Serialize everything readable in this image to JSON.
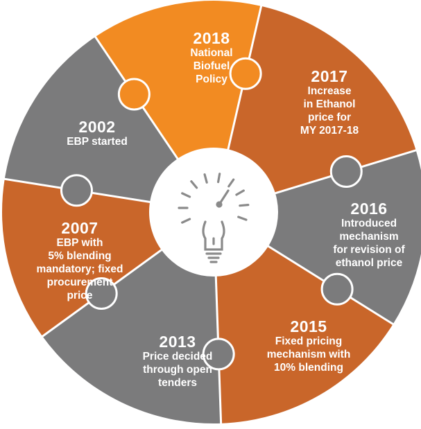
{
  "colors": {
    "gray": "#7b7b7c",
    "orange_dark": "#c9662a",
    "orange_bright": "#f28b22",
    "center_fill": "#ffffff",
    "icon_stroke": "#8a8a8a",
    "text": "#ffffff"
  },
  "center_icon": "lightbulb-idea-icon",
  "segments": [
    {
      "id": "2018",
      "year": "2018",
      "lines": [
        "National",
        "Biofuel",
        "Policy"
      ],
      "color": "#f28b22"
    },
    {
      "id": "2017",
      "year": "2017",
      "lines": [
        "Increase",
        "in Ethanol",
        "price for",
        "MY 2017-18"
      ],
      "color": "#c9662a"
    },
    {
      "id": "2016",
      "year": "2016",
      "lines": [
        "Introduced",
        "mechanism",
        "for revision of",
        "ethanol price"
      ],
      "color": "#7b7b7c"
    },
    {
      "id": "2015",
      "year": "2015",
      "lines": [
        "Fixed pricing",
        "mechanism with",
        "10% blending"
      ],
      "color": "#c9662a"
    },
    {
      "id": "2013",
      "year": "2013",
      "lines": [
        "Price decided",
        "through open",
        "tenders"
      ],
      "color": "#7b7b7c"
    },
    {
      "id": "2007",
      "year": "2007",
      "lines": [
        "EBP with",
        "5% blending",
        "mandatory; fixed",
        "procurement",
        "price"
      ],
      "color": "#c9662a"
    },
    {
      "id": "2002",
      "year": "2002",
      "lines": [
        "EBP started"
      ],
      "color": "#7b7b7c"
    }
  ]
}
